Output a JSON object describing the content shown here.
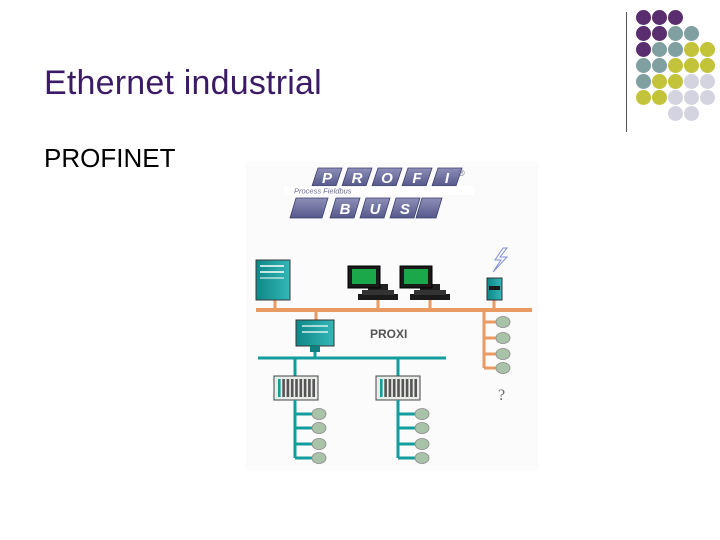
{
  "slide": {
    "title": "Ethernet industrial",
    "subtitle": "PROFINET"
  },
  "logo": {
    "top_letters": [
      "P",
      "R",
      "O",
      "F",
      "I"
    ],
    "bottom_letters": [
      "B",
      "U",
      "S"
    ],
    "registered_mark": "®",
    "banner_text": "Process Fieldbus"
  },
  "diagram": {
    "proxy_label": "PROXI",
    "unknown_label": "?"
  },
  "colors": {
    "title": "#3b1b66",
    "dot_purple": "#5a2d6e",
    "dot_teal": "#7f9fa1",
    "dot_olive": "#c3c33a",
    "dot_lavender": "#d4d4e0",
    "industrial_bus": "#e89a62",
    "fieldbus": "#139e9e",
    "field_device": "#a9c3a8"
  },
  "decoration": {
    "dot_grid": [
      [
        "purple",
        "purple",
        "purple",
        "",
        ""
      ],
      [
        "purple",
        "purple",
        "teal",
        "teal",
        ""
      ],
      [
        "purple",
        "teal",
        "teal",
        "olive",
        "olive"
      ],
      [
        "teal",
        "teal",
        "olive",
        "olive",
        "olive"
      ],
      [
        "teal",
        "olive",
        "olive",
        "lavender",
        "lavender"
      ],
      [
        "olive",
        "olive",
        "lavender",
        "lavender",
        "lavender"
      ],
      [
        "",
        "",
        "lavender",
        "lavender",
        ""
      ]
    ]
  }
}
